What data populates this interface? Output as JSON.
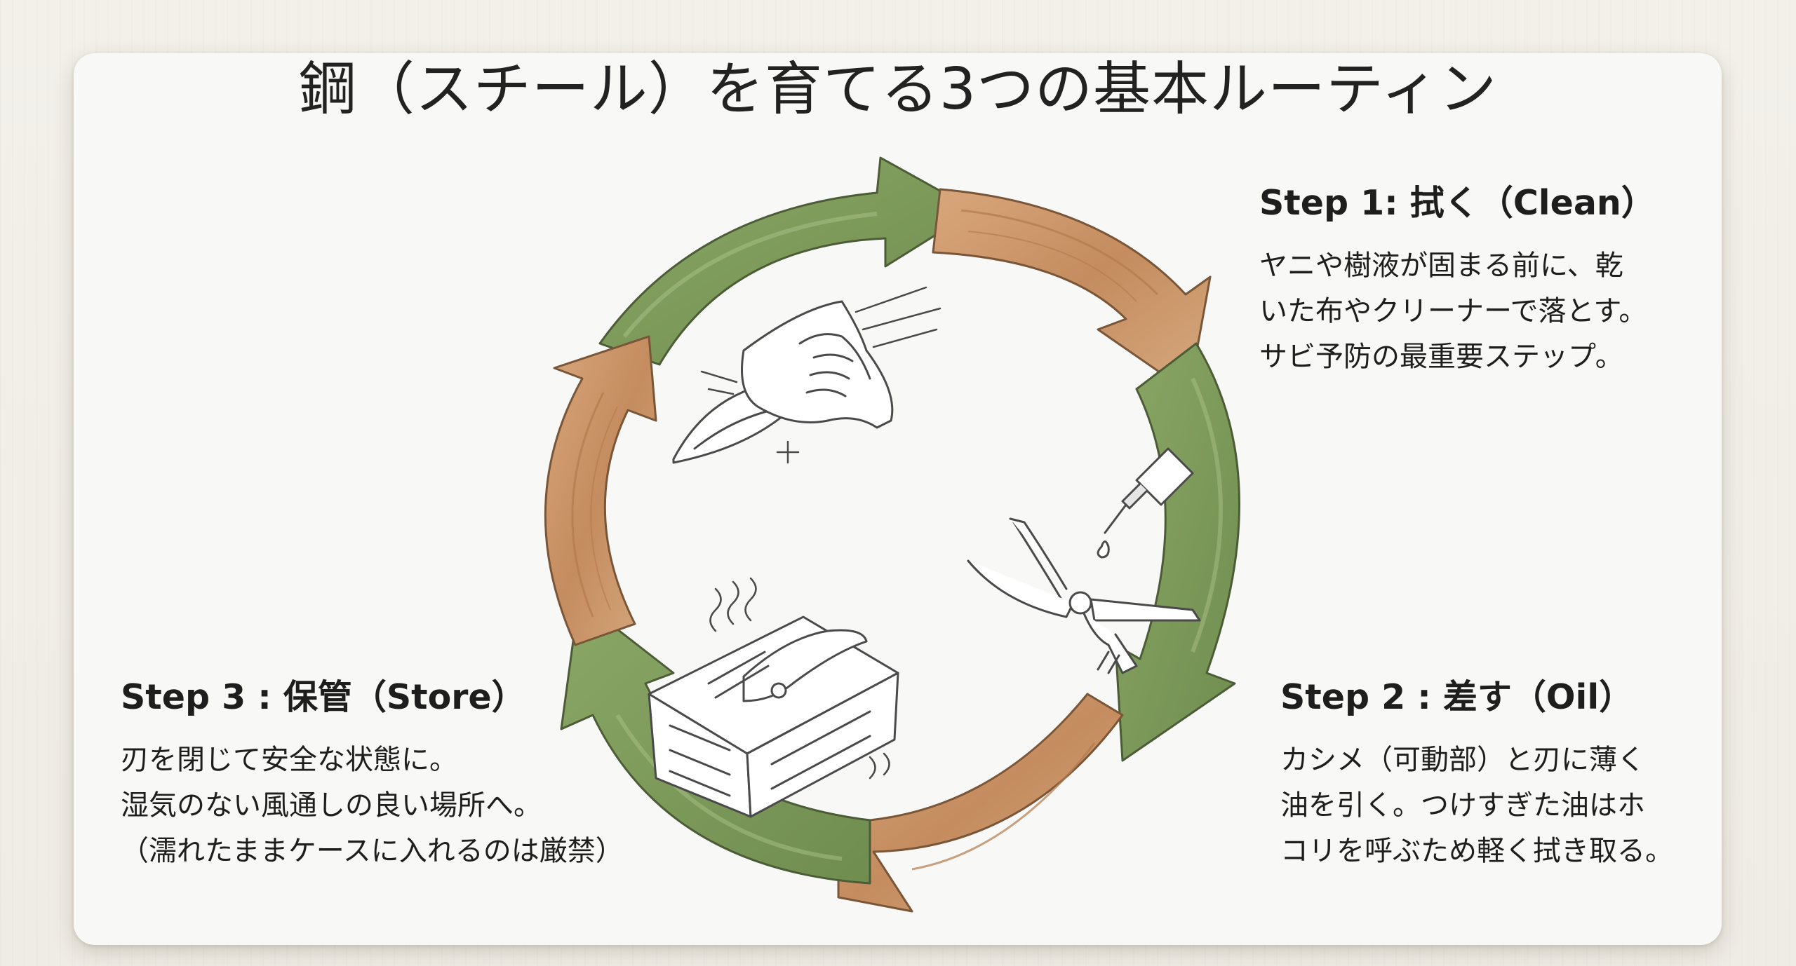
{
  "title": "鋼（スチール）を育てる3つの基本ルーティン",
  "steps": [
    {
      "title": "Step 1: 拭く（Clean）",
      "lines": [
        "ヤニや樹液が固まる前に、乾",
        "いた布やクリーナーで落とす。",
        "サビ予防の最重要ステップ。"
      ]
    },
    {
      "title": "Step 2 : 差す（Oil）",
      "lines": [
        "カシメ（可動部）と刃に薄く",
        "油を引く。つけすぎた油はホ",
        "コリを呼ぶため軽く拭き取る。"
      ]
    },
    {
      "title": "Step 3 : 保管（Store）",
      "lines": [
        "刃を閉じて安全な状態に。",
        "湿気のない風通しの良い場所へ。",
        "（濡れたままケースに入れるのは厳禁）"
      ]
    }
  ],
  "colors": {
    "green_arrow": "#7d9a5a",
    "wood_arrow": "#c9946a",
    "outline": "#4a4a4a"
  },
  "icons": [
    "wiping-cloth-hand-icon",
    "oil-bottle-pruner-icon",
    "storage-box-pruner-icon"
  ]
}
